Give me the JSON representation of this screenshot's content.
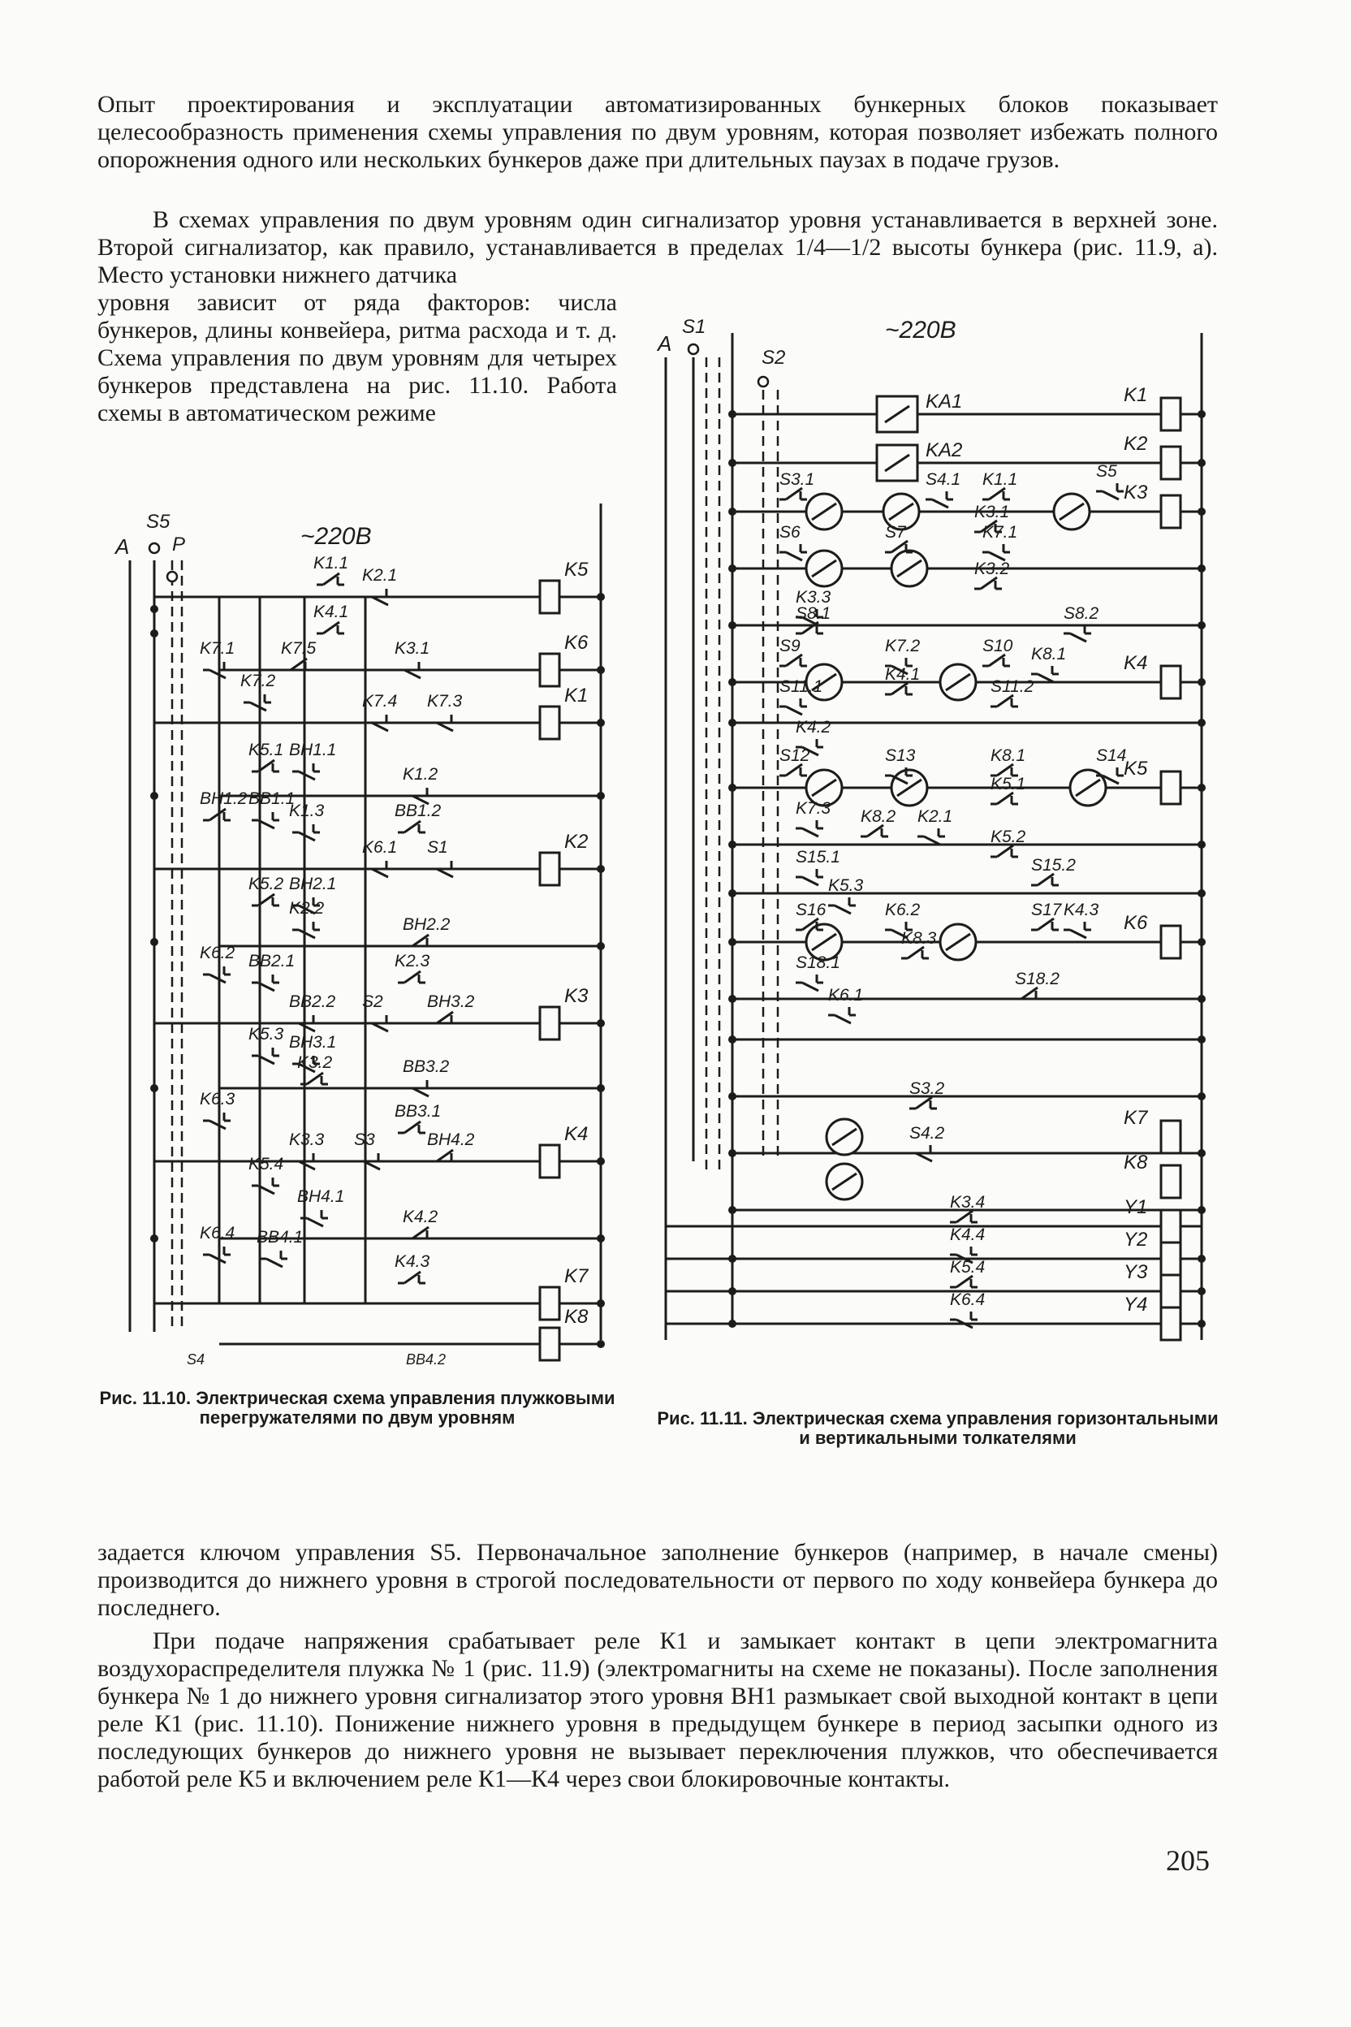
{
  "text": {
    "p1": "Опыт проектирования и эксплуатации автоматизированных бункерных блоков показывает целесообразность применения схемы управления по двум уровням, которая позволяет избежать полного опорожнения одного или нескольких бункеров даже при длительных паузах в подаче грузов.",
    "p2": "В схемах управления по двум уровням один сигнализатор уровня устанавливается в верхней зоне. Второй сигнализатор, как правило, устанавливается в пределах 1/4—1/2 высоты бункера (рис. 11.9, а). Место установки нижнего датчика",
    "p2a": "уровня зависит от ряда факторов: числа бункеров, длины конвейера, ритма расхода и т. д. Схема управления по двум уровням для четырех бункеров представлена на рис. 11.10. Работа схемы в автоматическом режиме",
    "p3": "задается ключом управления S5. Первоначальное заполнение бункеров (например, в начале смены) производится до нижнего уровня в строгой последовательности от первого по ходу конвейера бункера до последнего.",
    "p4": "При подаче напряжения срабатывает реле К1 и замыкает контакт в цепи электромагнита воздухораспределителя плужка № 1 (рис. 11.9) (электромагниты на схеме не показаны). После заполнения бункера № 1 до нижнего уровня сигнализатор этого уровня ВН1 размыкает свой выходной контакт в цепи реле К1 (рис. 11.10). Понижение нижнего уровня в предыдущем бункере в период засыпки одного из последующих бункеров до нижнего уровня не вызывает переключения плужков, что обеспечивается работой реле К5 и включением реле К1—К4 через свои блокировочные контакты.",
    "caption1": "Рис. 11.10. Электрическая схема управления плужковыми перегружателями по двум уровням",
    "caption2": "Рис. 11.11. Электрическая схема управления горизонтальными и вертикальными толкателями",
    "page_number": "205"
  },
  "fig1": {
    "supply": "~220В",
    "rail_a": "А",
    "switch": "S5",
    "pos_r": "Р",
    "labels": [
      "K1.1",
      "K2.1",
      "K3.1",
      "K4.1",
      "K7.1",
      "K7.2",
      "K7.5",
      "K7.4",
      "K7.3",
      "K5.1",
      "BH1.1",
      "K1.2",
      "BH1.2",
      "BB1.1",
      "K1.3",
      "BB1.2",
      "K6.1",
      "S1",
      "K5.2",
      "BH2.1",
      "K2.2",
      "BH2.2",
      "K6.2",
      "BB2.1",
      "K2.3",
      "BB2.2",
      "S2",
      "BH3.2",
      "K5.3",
      "BH3.1",
      "K3.2",
      "BB3.2",
      "K6.3",
      "BB3.1",
      "K3.3",
      "S3",
      "BH4.2",
      "K5.4",
      "BH4.1",
      "K4.2",
      "K6.4",
      "BB4.1",
      "K4.3",
      "BB4.2",
      "S4"
    ],
    "coils": [
      "K5",
      "K6",
      "K1",
      "K2",
      "K3",
      "K4",
      "K7",
      "K8"
    ]
  },
  "fig2": {
    "supply": "~220В",
    "rail_a": "А",
    "switch1": "S1",
    "switch2": "S2",
    "relays": [
      "KA1",
      "KA2"
    ],
    "labels": [
      "S3.1",
      "S4.1",
      "K1.1",
      "S5",
      "K3.1",
      "S6",
      "S7",
      "K7.1",
      "K3.2",
      "K3.3",
      "S8.1",
      "S8.2",
      "S9",
      "K7.2",
      "S10",
      "K8.1",
      "K4.1",
      "S11.1",
      "S11.2",
      "K4.2",
      "S12",
      "S13",
      "K8.1",
      "S14",
      "K5.1",
      "K7.3",
      "K8.2",
      "K2.1",
      "K5.2",
      "S15.1",
      "S15.2",
      "K5.3",
      "S16",
      "K6.2",
      "S17",
      "K4.3",
      "K8.3",
      "S18.1",
      "S18.2",
      "K6.1",
      "S3.2",
      "S4.2",
      "K3.4",
      "K4.4",
      "K5.4",
      "K6.4"
    ],
    "coils": [
      "K1",
      "K2",
      "K3",
      "K4",
      "K5",
      "K6",
      "K7",
      "K8",
      "Y1",
      "Y2",
      "Y3",
      "Y4"
    ]
  }
}
